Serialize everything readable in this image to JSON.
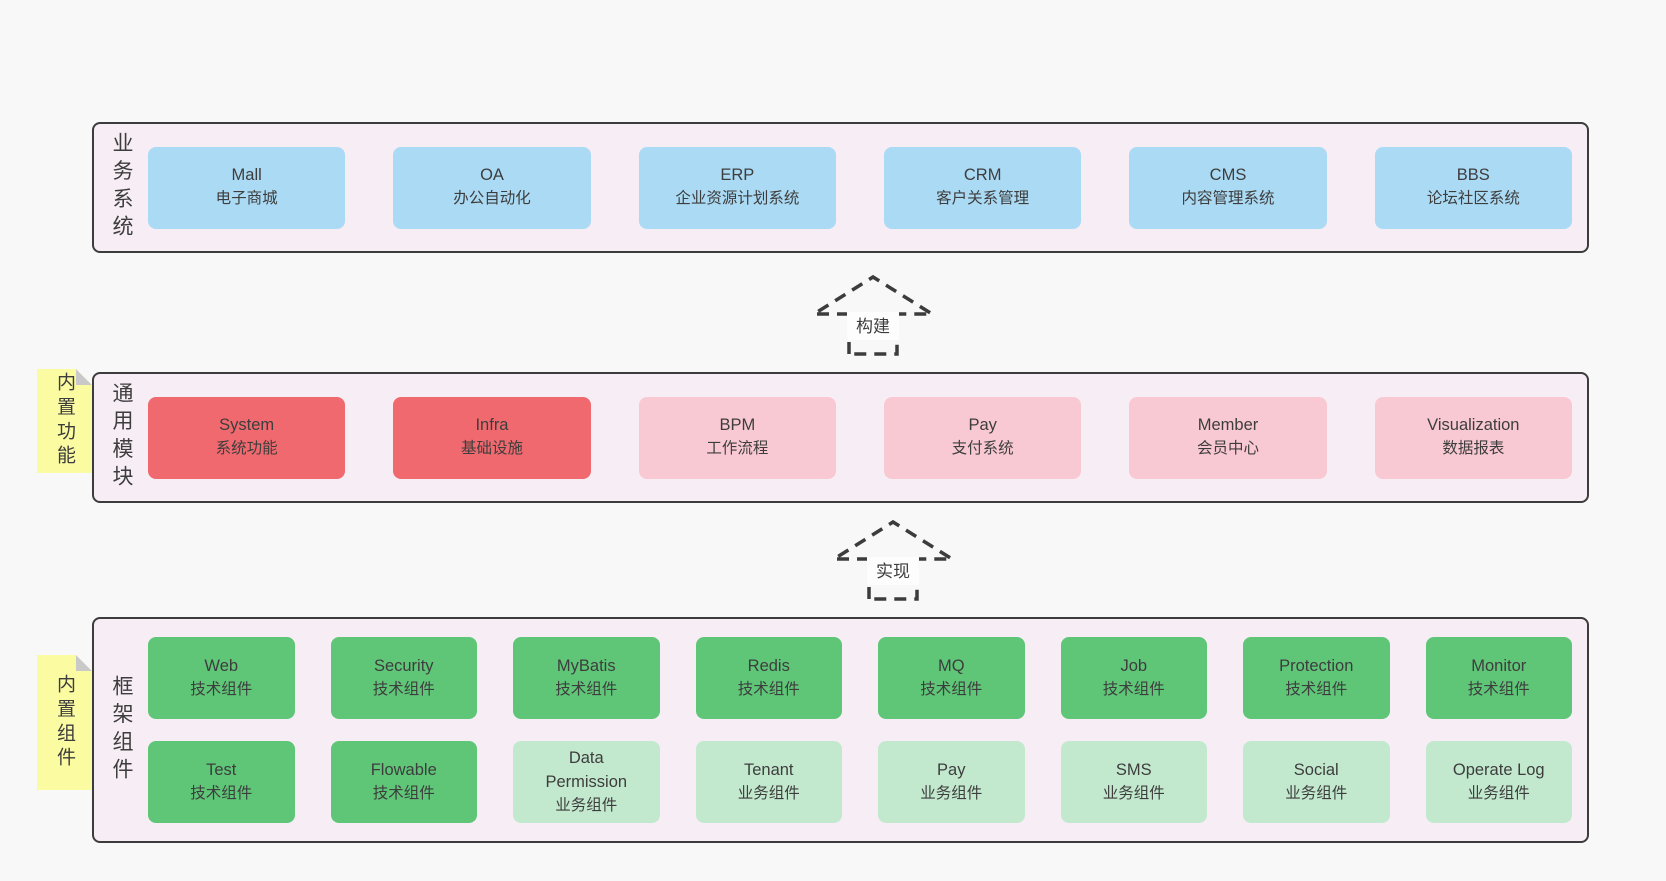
{
  "colors": {
    "page-bg": "#f8f8f8",
    "band-bg": "#f7edf5",
    "band-border": "#3c3c3c",
    "box-blue": "#abdaf4",
    "box-red": "#f0696e",
    "box-pink": "#f9c9d3",
    "box-green": "#5fc678",
    "box-green-light": "#c2e9ce",
    "sticky-yellow": "#fbfba2",
    "sticky-fold": "#c9c9c9",
    "text": "#3d3d3d"
  },
  "bands": {
    "business": {
      "label": "业务系统",
      "items": [
        {
          "name": "Mall",
          "desc": "电子商城",
          "variant": "blue"
        },
        {
          "name": "OA",
          "desc": "办公自动化",
          "variant": "blue"
        },
        {
          "name": "ERP",
          "desc": "企业资源计划系统",
          "variant": "blue"
        },
        {
          "name": "CRM",
          "desc": "客户关系管理",
          "variant": "blue"
        },
        {
          "name": "CMS",
          "desc": "内容管理系统",
          "variant": "blue"
        },
        {
          "name": "BBS",
          "desc": "论坛社区系统",
          "variant": "blue"
        }
      ]
    },
    "modules": {
      "label": "通用模块",
      "sticky": "内置功能",
      "items": [
        {
          "name": "System",
          "desc": "系统功能",
          "variant": "red"
        },
        {
          "name": "Infra",
          "desc": "基础设施",
          "variant": "red"
        },
        {
          "name": "BPM",
          "desc": "工作流程",
          "variant": "pink"
        },
        {
          "name": "Pay",
          "desc": "支付系统",
          "variant": "pink"
        },
        {
          "name": "Member",
          "desc": "会员中心",
          "variant": "pink"
        },
        {
          "name": "Visualization",
          "desc": "数据报表",
          "variant": "pink"
        }
      ]
    },
    "components": {
      "label": "框架组件",
      "sticky": "内置组件",
      "row1": [
        {
          "name": "Web",
          "desc": "技术组件",
          "variant": "green"
        },
        {
          "name": "Security",
          "desc": "技术组件",
          "variant": "green"
        },
        {
          "name": "MyBatis",
          "desc": "技术组件",
          "variant": "green"
        },
        {
          "name": "Redis",
          "desc": "技术组件",
          "variant": "green"
        },
        {
          "name": "MQ",
          "desc": "技术组件",
          "variant": "green"
        },
        {
          "name": "Job",
          "desc": "技术组件",
          "variant": "green"
        },
        {
          "name": "Protection",
          "desc": "技术组件",
          "variant": "green"
        },
        {
          "name": "Monitor",
          "desc": "技术组件",
          "variant": "green"
        }
      ],
      "row2": [
        {
          "name": "Test",
          "desc": "技术组件",
          "variant": "green"
        },
        {
          "name": "Flowable",
          "desc": "技术组件",
          "variant": "green"
        },
        {
          "name": "Data Permission",
          "desc": "业务组件",
          "variant": "green-light"
        },
        {
          "name": "Tenant",
          "desc": "业务组件",
          "variant": "green-light"
        },
        {
          "name": "Pay",
          "desc": "业务组件",
          "variant": "green-light"
        },
        {
          "name": "SMS",
          "desc": "业务组件",
          "variant": "green-light"
        },
        {
          "name": "Social",
          "desc": "业务组件",
          "variant": "green-light"
        },
        {
          "name": "Operate Log",
          "desc": "业务组件",
          "variant": "green-light"
        }
      ]
    }
  },
  "arrows": {
    "build": "构建",
    "implement": "实现"
  }
}
